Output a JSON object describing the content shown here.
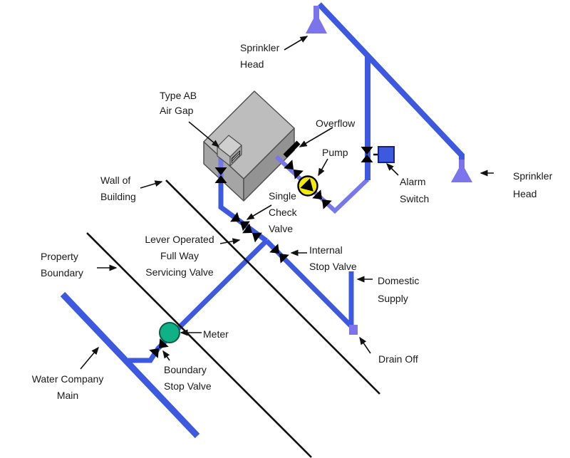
{
  "diagram": {
    "description": "Sprinkler and domestic water supply schematic with storage tank",
    "colors": {
      "pipe_blue": "#3c59e0",
      "pipe_light": "#7577ea",
      "sprinkler_purple": "#7b74ec",
      "pump_yellow": "#f5e90a",
      "meter_green": "#10b187",
      "alarm_blue": "#3c59e0",
      "tank_top": "#bdbdbd",
      "tank_left": "#a5a5a5",
      "tank_right": "#939393"
    },
    "symbols": {
      "valve": "black-bowtie",
      "pump": "yellow-circle-black-triangle",
      "meter": "green-circle",
      "alarm_switch": "blue-square",
      "sprinkler_head": "purple-funnel-triangle",
      "overflow": "black-bar",
      "drain_off": "purple-square",
      "tank": "grey-isometric-box",
      "air_gap": "small-grey-box-with-hatched-opening"
    },
    "labels": [
      {
        "id": "sprinkler-head-left",
        "lines": [
          "Sprinkler",
          "Head"
        ]
      },
      {
        "id": "type-ab-air-gap",
        "lines": [
          "Type AB",
          "Air Gap"
        ]
      },
      {
        "id": "overflow",
        "lines": [
          "Overflow"
        ]
      },
      {
        "id": "pump",
        "lines": [
          "Pump"
        ]
      },
      {
        "id": "alarm-switch",
        "lines": [
          "Alarm",
          "Switch"
        ]
      },
      {
        "id": "wall-of-building",
        "lines": [
          "Wall of",
          "Building"
        ]
      },
      {
        "id": "single-check-valve",
        "lines": [
          "Single",
          "Check",
          "Valve"
        ]
      },
      {
        "id": "lever-operated-valve",
        "lines": [
          "Lever Operated",
          "Full Way",
          "Servicing Valve"
        ]
      },
      {
        "id": "internal-stop-valve",
        "lines": [
          "Internal",
          "Stop Valve"
        ]
      },
      {
        "id": "property-boundary",
        "lines": [
          "Property",
          "Boundary"
        ]
      },
      {
        "id": "domestic-supply",
        "lines": [
          "Domestic",
          "Supply"
        ]
      },
      {
        "id": "drain-off",
        "lines": [
          "Drain Off"
        ]
      },
      {
        "id": "meter",
        "lines": [
          "Meter"
        ]
      },
      {
        "id": "boundary-stop-valve",
        "lines": [
          "Boundary",
          "Stop Valve"
        ]
      },
      {
        "id": "water-company-main",
        "lines": [
          "Water Company",
          "Main"
        ]
      },
      {
        "id": "sprinkler-head-right",
        "lines": [
          "Sprinkler",
          "Head"
        ]
      }
    ]
  }
}
